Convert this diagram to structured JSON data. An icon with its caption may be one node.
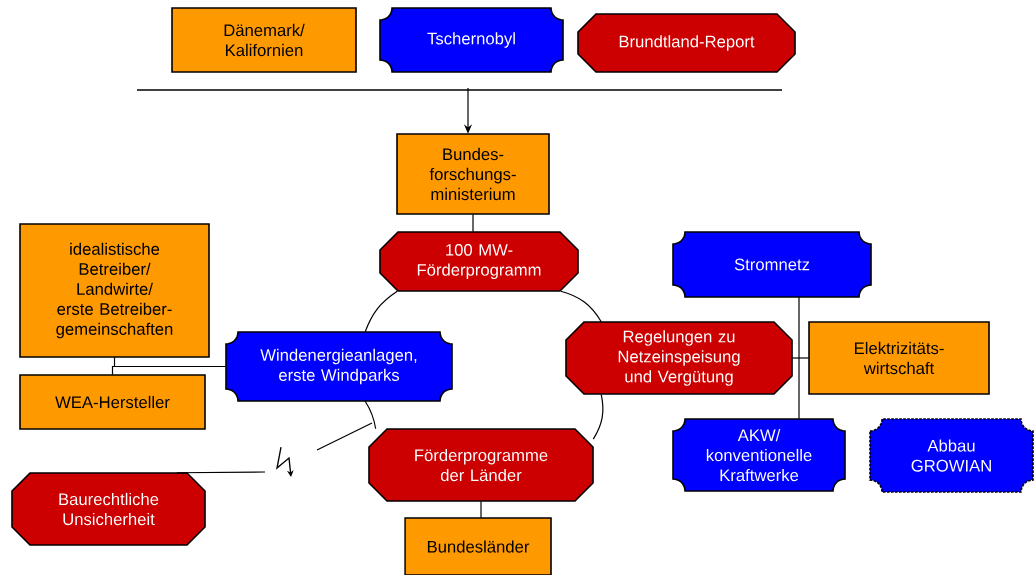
{
  "diagram": {
    "nodes": [
      {
        "text": [
          "Dänemark/ Kalifornien"
        ]
      },
      {
        "text": [
          "Tschernobyl"
        ]
      },
      {
        "text": [
          "Brundtland-Report"
        ]
      },
      {
        "text": [
          "Bundes- forschungs- ministerium"
        ]
      },
      {
        "text": [
          "100 MW- Förderprogramm"
        ]
      },
      {
        "text": [
          "idealistische Betreiber/ Landwirte/ erste Betreiber- gemeinschaften"
        ]
      },
      {
        "text": [
          "Stromnetz"
        ]
      },
      {
        "text": [
          "Windenergieanlagen, erste Windparks"
        ]
      },
      {
        "text": [
          "Regelungen zu Netzeinspeisung und Vergütung"
        ]
      },
      {
        "text": [
          "Elektrizitäts- wirtschaft"
        ]
      },
      {
        "text": [
          "WEA-Hersteller"
        ]
      },
      {
        "text": [
          "Baurechtliche Unsicherheit"
        ]
      },
      {
        "text": [
          "Förderprogramme der Länder"
        ]
      },
      {
        "text": [
          "AKW/ konventionelle Kraftwerke"
        ]
      },
      {
        "text": [
          "Abbau GROWIAN"
        ]
      },
      {
        "text": [
          "Bundesländer"
        ]
      }
    ],
    "edges": [
      {
        "from": null,
        "to": 3,
        "arrow": "to"
      },
      {
        "from": 3,
        "to": 4,
        "arrow": "none"
      },
      {
        "from": 4,
        "to": 8,
        "arrow": "none"
      },
      {
        "from": 8,
        "to": 12,
        "arrow": "none"
      },
      {
        "from": 12,
        "to": 7,
        "arrow": "none"
      },
      {
        "from": 7,
        "to": 4,
        "arrow": "none"
      },
      {
        "from": 5,
        "to": 7,
        "arrow": "none"
      },
      {
        "from": 10,
        "to": 7,
        "arrow": "none"
      },
      {
        "from": 6,
        "to": 13,
        "arrow": "none"
      },
      {
        "from": 8,
        "to": 9,
        "arrow": "none"
      },
      {
        "from": 12,
        "to": 15,
        "arrow": "none"
      },
      {
        "from": 11,
        "to": null,
        "arrow": "none"
      }
    ]
  }
}
